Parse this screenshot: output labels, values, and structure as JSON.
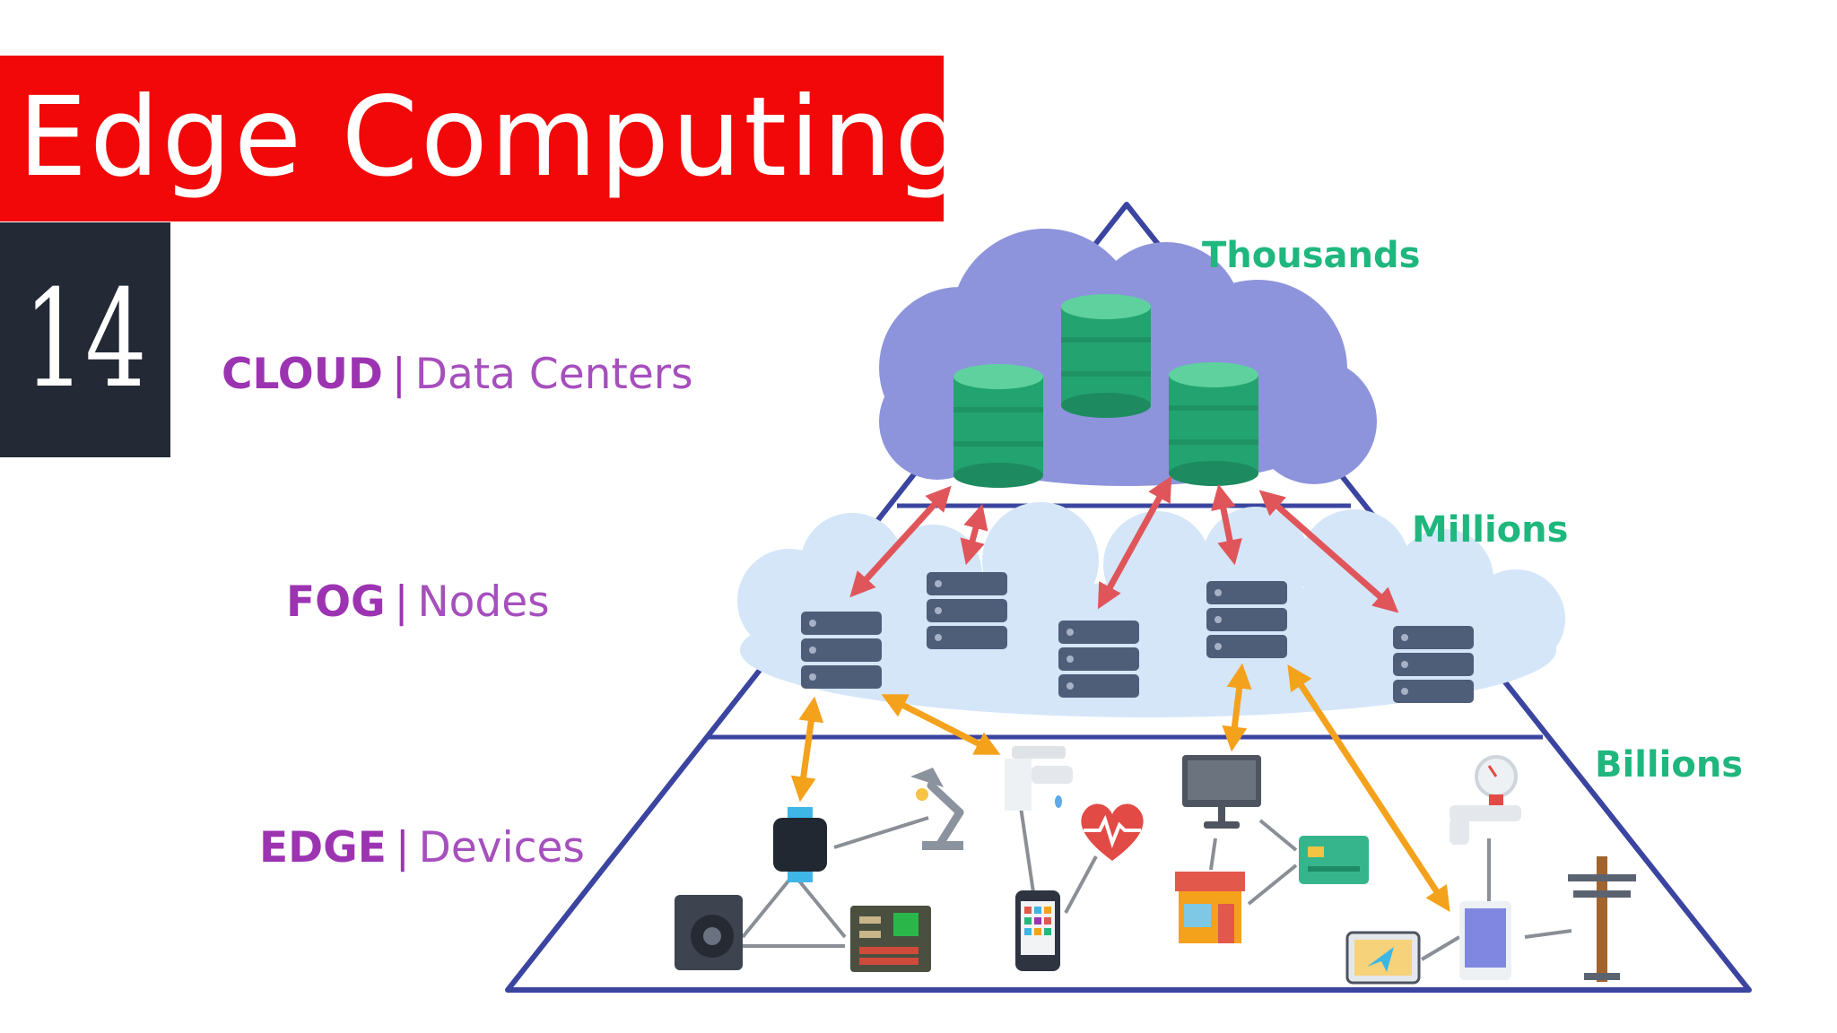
{
  "title": "Edge Computing",
  "episode": "14",
  "layers": {
    "cloud": {
      "name": "CLOUD",
      "separator": "|",
      "description": "Data Centers",
      "count": "Thousands"
    },
    "fog": {
      "name": "FOG",
      "separator": "|",
      "description": "Nodes",
      "count": "Millions"
    },
    "edge": {
      "name": "EDGE",
      "separator": "|",
      "description": "Devices",
      "count": "Billions"
    }
  },
  "colors": {
    "banner": "#f20808",
    "number_box": "#232a35",
    "layer_label": "#9c34b2",
    "count_label": "#1fb77e",
    "pyramid_line": "#3b45a0",
    "cloud_fill": "#8d94dc",
    "fog_fill": "#d4e6f8",
    "database": "#28b67c",
    "server": "#4e5d78",
    "cloud_fog_arrow": "#e0555a",
    "fog_edge_arrow": "#f4a11c"
  },
  "icons": {
    "databases": [
      "database-icon",
      "database-icon",
      "database-icon"
    ],
    "fog_servers": [
      "server-icon",
      "server-icon",
      "server-icon",
      "server-icon",
      "server-icon"
    ],
    "devices": [
      "speaker-icon",
      "circuit-board-icon",
      "smartwatch-icon",
      "desk-lamp-icon",
      "faucet-icon",
      "smartphone-icon",
      "heart-rate-icon",
      "monitor-icon",
      "shop-icon",
      "credit-card-icon",
      "gauge-meter-icon",
      "tablet-icon",
      "gps-navigator-icon",
      "power-pole-icon"
    ]
  }
}
